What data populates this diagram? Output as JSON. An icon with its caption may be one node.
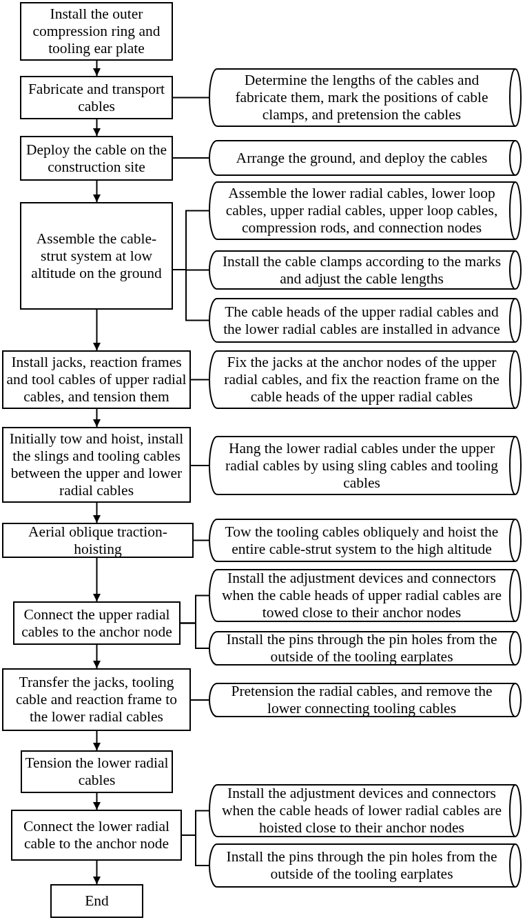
{
  "diagram": {
    "nodes": [
      {
        "text": [
          "Install the outer compression ring and tooling ear plate"
        ]
      },
      {
        "text": [
          "Fabricate and transport cables"
        ]
      },
      {
        "text": [
          "Determine the lengths of the cables and fabricate them, mark the positions of cable clamps, and pretension the cables"
        ]
      },
      {
        "text": [
          "Deploy the cable on the construction site"
        ]
      },
      {
        "text": [
          "Arrange the ground, and deploy the cables"
        ]
      },
      {
        "text": [
          "Assemble the cable-strut system at low altitude on the ground"
        ]
      },
      {
        "text": [
          "Assemble the lower radial cables, lower loop cables, upper radial cables, upper loop cables, compression rods, and connection nodes"
        ]
      },
      {
        "text": [
          "Install the cable clamps according to the marks and adjust the cable lengths"
        ]
      },
      {
        "text": [
          "The cable heads of the upper radial cables and the lower radial cables are installed in advance"
        ]
      },
      {
        "text": [
          "Install jacks, reaction frames and tool cables of upper radial cables, and tension them"
        ]
      },
      {
        "text": [
          "Fix the jacks at the anchor nodes of the upper radial cables, and fix the reaction frame on the cable heads of the upper radial cables"
        ]
      },
      {
        "text": [
          "Initially tow and hoist, install the slings and tooling cables between the upper and lower radial cables"
        ]
      },
      {
        "text": [
          "Hang the lower radial cables under the upper radial cables by using sling cables and tooling cables"
        ]
      },
      {
        "text": [
          "Aerial oblique traction-hoisting"
        ]
      },
      {
        "text": [
          "Tow the tooling cables obliquely and hoist the entire cable-strut system to the high altitude"
        ]
      },
      {
        "text": [
          "Connect the upper radial cables to the anchor node"
        ]
      },
      {
        "text": [
          "Install the adjustment devices and connectors when the cable heads of upper radial cables are towed close to their anchor nodes"
        ]
      },
      {
        "text": [
          "Install the pins through the pin holes from the outside of the tooling earplates"
        ]
      },
      {
        "text": [
          "Transfer the jacks, tooling cable and reaction frame to the lower radial cables"
        ]
      },
      {
        "text": [
          "Pretension the radial cables, and remove the lower connecting tooling cables"
        ]
      },
      {
        "text": [
          "Tension the lower radial cables"
        ]
      },
      {
        "text": [
          "Connect the lower radial cable to the anchor node"
        ]
      },
      {
        "text": [
          "Install the adjustment devices and connectors when the cable heads of lower radial cables are hoisted close to their anchor nodes"
        ]
      },
      {
        "text": [
          "Install the pins through the pin holes from the outside of the tooling earplates"
        ]
      },
      {
        "text": [
          "End"
        ]
      }
    ],
    "edges": [
      {
        "from": 0,
        "to": 1,
        "arrow": "to"
      },
      {
        "from": 1,
        "to": 2,
        "arrow": "none"
      },
      {
        "from": 1,
        "to": 3,
        "arrow": "to"
      },
      {
        "from": 3,
        "to": 4,
        "arrow": "none"
      },
      {
        "from": 3,
        "to": 5,
        "arrow": "to"
      },
      {
        "from": 5,
        "to": 6,
        "arrow": "none"
      },
      {
        "from": 5,
        "to": 7,
        "arrow": "none"
      },
      {
        "from": 5,
        "to": 8,
        "arrow": "none"
      },
      {
        "from": 5,
        "to": 9,
        "arrow": "to"
      },
      {
        "from": 9,
        "to": 10,
        "arrow": "none"
      },
      {
        "from": 9,
        "to": 11,
        "arrow": "to"
      },
      {
        "from": 11,
        "to": 12,
        "arrow": "none"
      },
      {
        "from": 11,
        "to": 13,
        "arrow": "to"
      },
      {
        "from": 13,
        "to": 14,
        "arrow": "none"
      },
      {
        "from": 13,
        "to": 15,
        "arrow": "to"
      },
      {
        "from": 15,
        "to": 16,
        "arrow": "none"
      },
      {
        "from": 15,
        "to": 17,
        "arrow": "none"
      },
      {
        "from": 15,
        "to": 18,
        "arrow": "to"
      },
      {
        "from": 18,
        "to": 19,
        "arrow": "none"
      },
      {
        "from": 18,
        "to": 20,
        "arrow": "to"
      },
      {
        "from": 20,
        "to": 21,
        "arrow": "to"
      },
      {
        "from": 21,
        "to": 22,
        "arrow": "none"
      },
      {
        "from": 21,
        "to": 23,
        "arrow": "none"
      },
      {
        "from": 21,
        "to": 24,
        "arrow": "to"
      }
    ]
  }
}
